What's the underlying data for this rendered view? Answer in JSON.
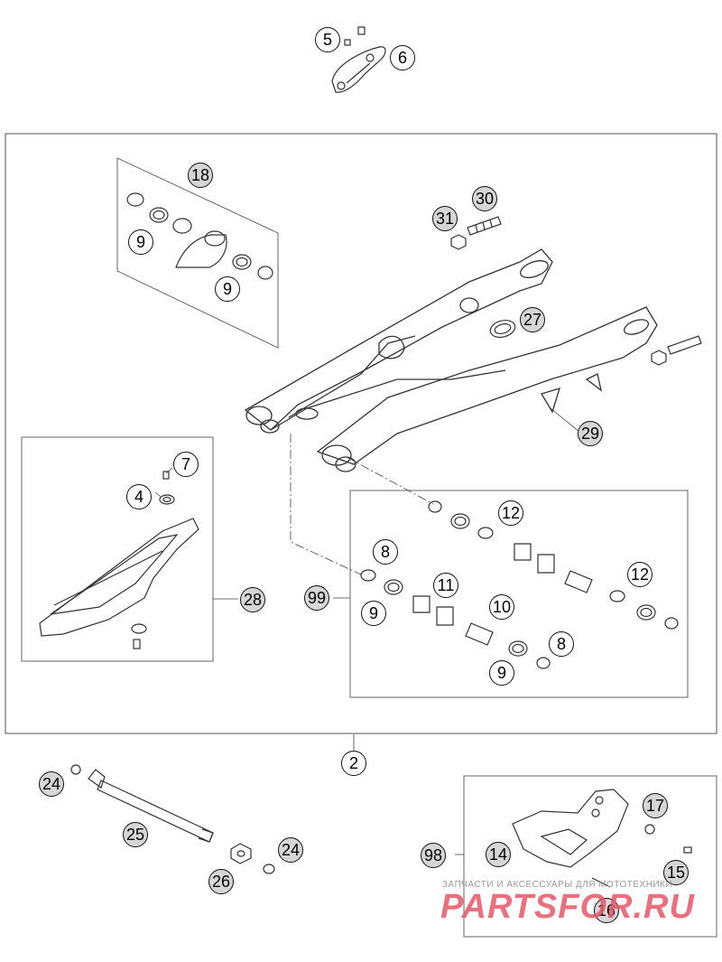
{
  "callouts": [
    {
      "id": "c5",
      "label": "5",
      "shaded": false
    },
    {
      "id": "c6",
      "label": "6",
      "shaded": false
    },
    {
      "id": "c18",
      "label": "18",
      "shaded": true
    },
    {
      "id": "c9a",
      "label": "9",
      "shaded": false
    },
    {
      "id": "c9b",
      "label": "9",
      "shaded": false
    },
    {
      "id": "c30",
      "label": "30",
      "shaded": true
    },
    {
      "id": "c31",
      "label": "31",
      "shaded": true
    },
    {
      "id": "c27",
      "label": "27",
      "shaded": true
    },
    {
      "id": "c29",
      "label": "29",
      "shaded": true
    },
    {
      "id": "c7",
      "label": "7",
      "shaded": false
    },
    {
      "id": "c4",
      "label": "4",
      "shaded": false
    },
    {
      "id": "c28",
      "label": "28",
      "shaded": true
    },
    {
      "id": "c12a",
      "label": "12",
      "shaded": false
    },
    {
      "id": "c8a",
      "label": "8",
      "shaded": false
    },
    {
      "id": "c11",
      "label": "11",
      "shaded": false
    },
    {
      "id": "c99",
      "label": "99",
      "shaded": true
    },
    {
      "id": "c9c",
      "label": "9",
      "shaded": false
    },
    {
      "id": "c10",
      "label": "10",
      "shaded": false
    },
    {
      "id": "c12b",
      "label": "12",
      "shaded": false
    },
    {
      "id": "c8b",
      "label": "8",
      "shaded": false
    },
    {
      "id": "c9d",
      "label": "9",
      "shaded": false
    },
    {
      "id": "c2",
      "label": "2",
      "shaded": false
    },
    {
      "id": "c24a",
      "label": "24",
      "shaded": true
    },
    {
      "id": "c25",
      "label": "25",
      "shaded": true
    },
    {
      "id": "c24b",
      "label": "24",
      "shaded": true
    },
    {
      "id": "c26",
      "label": "26",
      "shaded": true
    },
    {
      "id": "c17",
      "label": "17",
      "shaded": true
    },
    {
      "id": "c98",
      "label": "98",
      "shaded": true
    },
    {
      "id": "c14",
      "label": "14",
      "shaded": true
    },
    {
      "id": "c15",
      "label": "15",
      "shaded": true
    },
    {
      "id": "c16",
      "label": "16",
      "shaded": true
    }
  ],
  "watermark": {
    "tagline": "ЗАПЧАСТИ И АКСЕССУАРЫ ДЛЯ МОТОТЕХНИКИ",
    "brand": "PARTSFOR.RU"
  }
}
